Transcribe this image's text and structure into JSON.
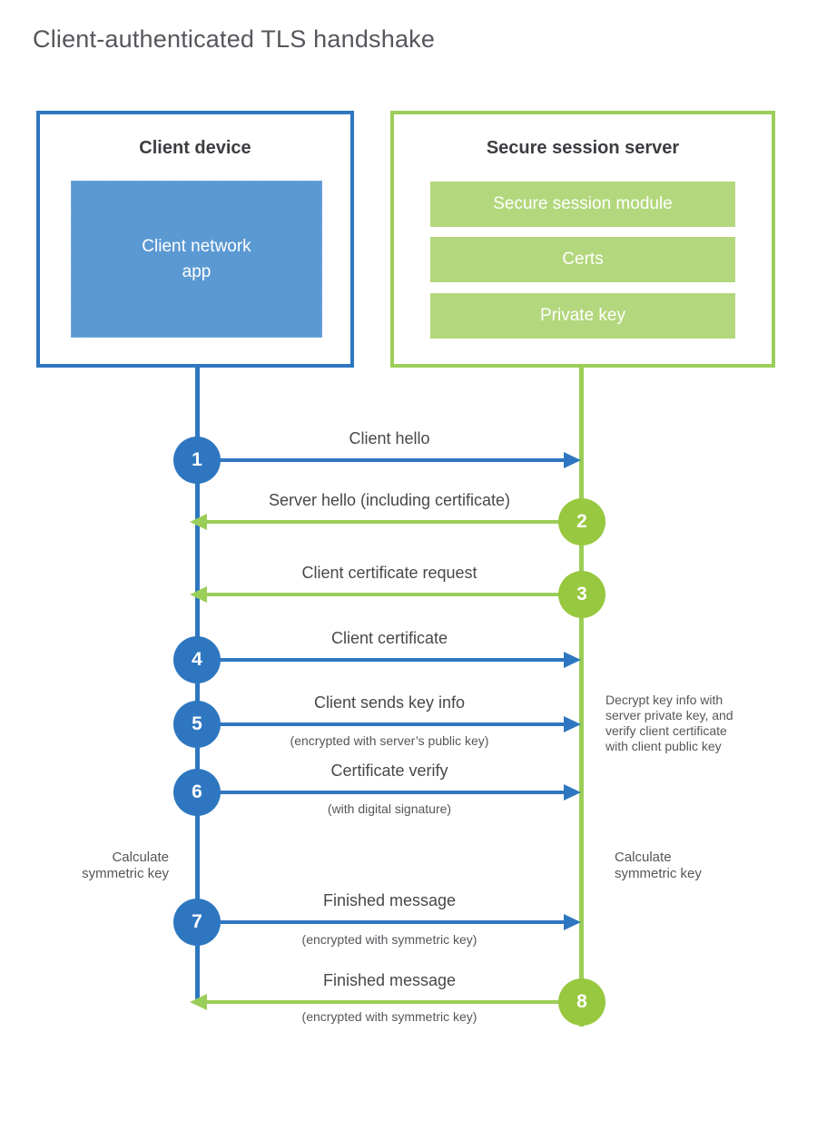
{
  "title": "Client-authenticated TLS handshake",
  "colors": {
    "blue": "#2e77c0",
    "blue_fill": "#5b99d3",
    "green": "#9bce58",
    "green_circle": "#97c83f",
    "green_bar": "#b3d77c"
  },
  "client": {
    "title": "Client device",
    "app_label": "Client network\napp"
  },
  "server": {
    "title": "Secure session server",
    "modules": [
      "Secure session module",
      "Certs",
      "Private key"
    ]
  },
  "steps": [
    {
      "num": "1",
      "direction": "client-to-server",
      "label": "Client hello",
      "sub": ""
    },
    {
      "num": "2",
      "direction": "server-to-client",
      "label": "Server hello (including certificate)",
      "sub": ""
    },
    {
      "num": "3",
      "direction": "server-to-client",
      "label": "Client certificate request",
      "sub": ""
    },
    {
      "num": "4",
      "direction": "client-to-server",
      "label": "Client certificate",
      "sub": ""
    },
    {
      "num": "5",
      "direction": "client-to-server",
      "label": "Client sends key info",
      "sub": "(encrypted with server’s public key)"
    },
    {
      "num": "6",
      "direction": "client-to-server",
      "label": "Certificate verify",
      "sub": "(with digital signature)"
    },
    {
      "num": "7",
      "direction": "client-to-server",
      "label": "Finished message",
      "sub": "(encrypted with symmetric key)"
    },
    {
      "num": "8",
      "direction": "server-to-client",
      "label": "Finished message",
      "sub": "(encrypted with symmetric key)"
    }
  ],
  "annotations": {
    "calc_left": "Calculate\nsymmetric key",
    "calc_right": "Calculate\nsymmetric key",
    "decrypt_note": "Decrypt key info with\nserver private key, and\nverify client certificate\nwith client public key"
  }
}
